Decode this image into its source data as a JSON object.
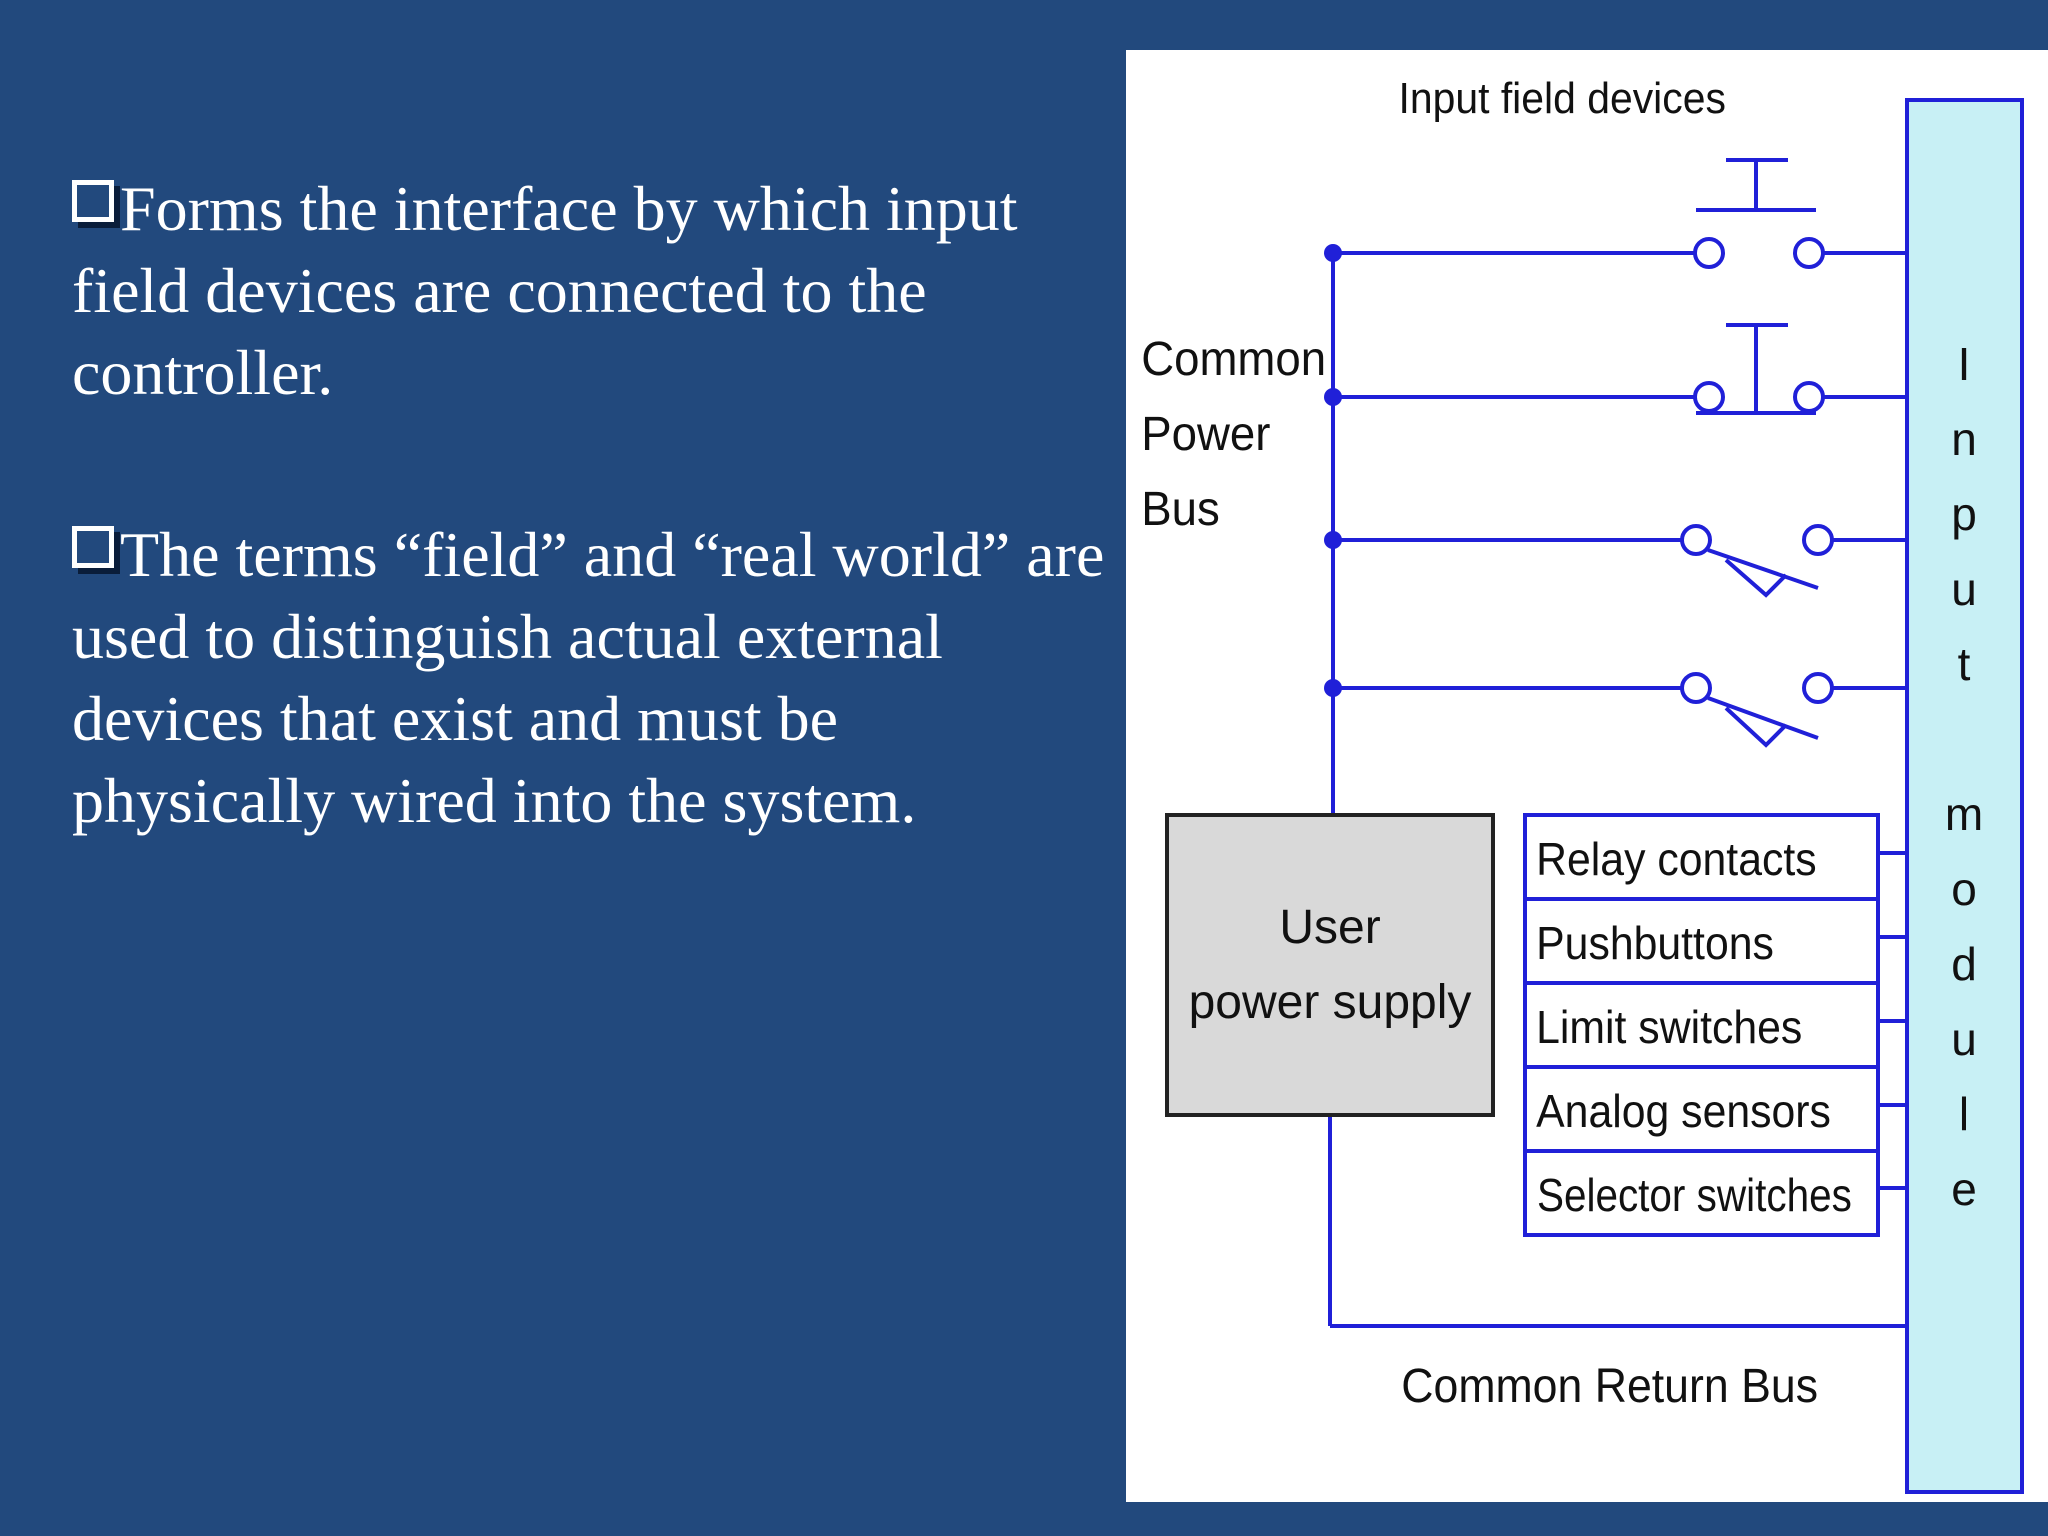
{
  "bullets": [
    "Forms the interface by which input field devices are connected to the controller.",
    "The terms “field” and “real world” are used to distinguish actual external devices that exist and must be physically wired  into the system."
  ],
  "diagram": {
    "title": "Input field devices",
    "power_bus_label": [
      "Common",
      "Power",
      "Bus"
    ],
    "power_supply_label": [
      "User",
      "power supply"
    ],
    "devices": [
      "Relay contacts",
      "Pushbuttons",
      "Limit switches",
      "Analog sensors",
      "Selector switches"
    ],
    "module_label": [
      "I",
      "n",
      "p",
      "u",
      "t",
      "m",
      "o",
      "d",
      "u",
      "l",
      "e"
    ],
    "return_bus_label": "Common Return Bus",
    "colors": {
      "wire": "#2020d8",
      "module_fill": "#c8f0f5",
      "supply_fill": "#d9d9d9",
      "slide_background": "#22497d"
    }
  }
}
